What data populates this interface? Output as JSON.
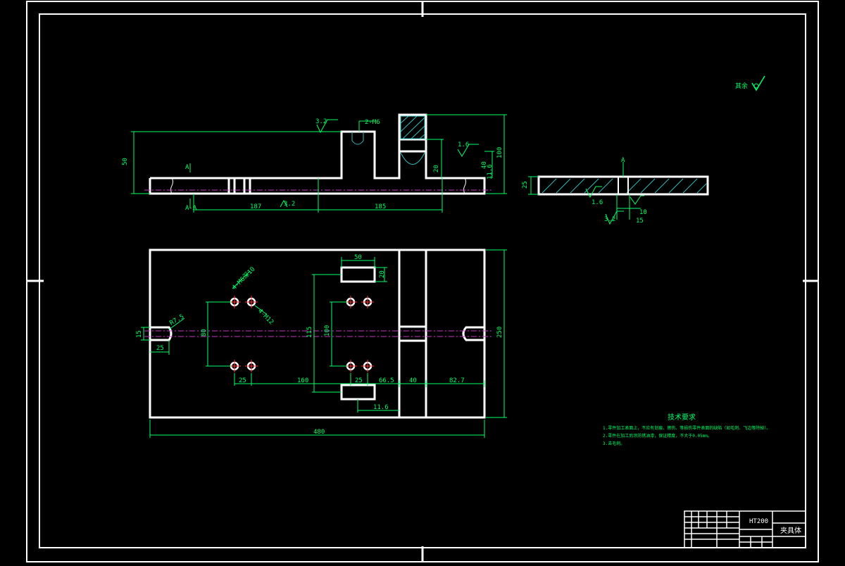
{
  "colors": {
    "background": "#000000",
    "outline": "#ffffff",
    "dimension": "#00ff66",
    "centerline": "#cc33cc",
    "hole_center": "#ff3333",
    "hatch": "#33bbbb"
  },
  "roughness_note": "其余",
  "technical_requirements": {
    "heading": "技术要求",
    "lines": [
      "1.零件加工表面上，不应有划痕、擦伤、等损伤零件表面的缺陷（如毛刺、飞边等除掉）。",
      "2.零件在加工后涂防锈油漆，保证精度，不大于0.05mm。",
      "3.去毛刺。"
    ]
  },
  "title_block": {
    "part_code": "HT200",
    "part_name": "夹具体"
  },
  "dimensions": {
    "front_view": {
      "overall_height": "50",
      "slot_note": "2-M6",
      "right_height": "100",
      "inner_depth_1": "11.6",
      "inner_depth_2": "40",
      "inner_depth_3": "20",
      "span_left": "187",
      "span_right": "185",
      "roughness_1": "3.2",
      "roughness_2": "1.6",
      "roughness_3": "3.2",
      "datum_a": "A",
      "datum_b": "A-A"
    },
    "section_view": {
      "marker": "A",
      "thickness": "25",
      "roughness_1": "1.6",
      "roughness_2": "3.2",
      "offset_1": "10",
      "offset_2": "15"
    },
    "top_view": {
      "slot_top_width": "50",
      "slot_top_height": "20",
      "hole_note": "4-M6深10",
      "hole_note_2": "4-M12",
      "left_slot_width": "15",
      "left_slot_radius": "R7.5",
      "left_slot_length": "25",
      "left_hole_spacing": "80",
      "mid_hole_spacing": "100",
      "mid_vertical": "115",
      "bottom_1": "25",
      "bottom_2": "160",
      "bottom_3": "25",
      "bottom_4": "66.5",
      "bottom_5": "40",
      "bottom_6": "82.7",
      "bottom_offset": "11.6",
      "right_height": "250",
      "overall_width": "480"
    }
  }
}
